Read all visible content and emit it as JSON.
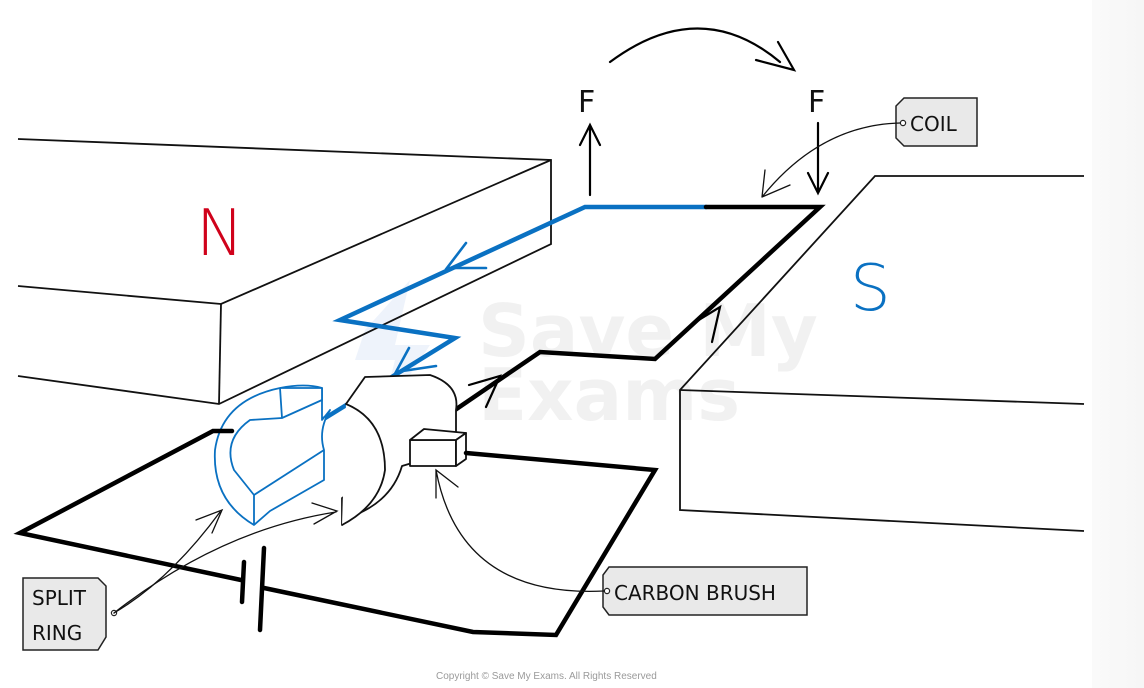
{
  "diagram": {
    "title": "DC motor with split ring commutator",
    "poles": {
      "north": {
        "label": "N",
        "color": "#d0021b"
      },
      "south": {
        "label": "S",
        "color": "#0a71c2"
      }
    },
    "forces": {
      "left": {
        "label": "F",
        "direction": "up"
      },
      "right": {
        "label": "F",
        "direction": "down"
      },
      "rotation": "clockwise"
    },
    "labels": {
      "coil": "COIL",
      "split_ring_line1": "SPLIT",
      "split_ring_line2": "RING",
      "carbon_brush": "CARBON  BRUSH"
    },
    "components": [
      "coil",
      "split ring",
      "carbon brush",
      "cell",
      "magnets"
    ],
    "colors": {
      "coil_highlight": "#0a71c2",
      "wire": "#000000",
      "tag_fill": "#e9e9e9"
    },
    "watermark": {
      "line1": "Save My",
      "line2": "Exams"
    },
    "copyright": "Copyright © Save My Exams. All Rights Reserved"
  }
}
